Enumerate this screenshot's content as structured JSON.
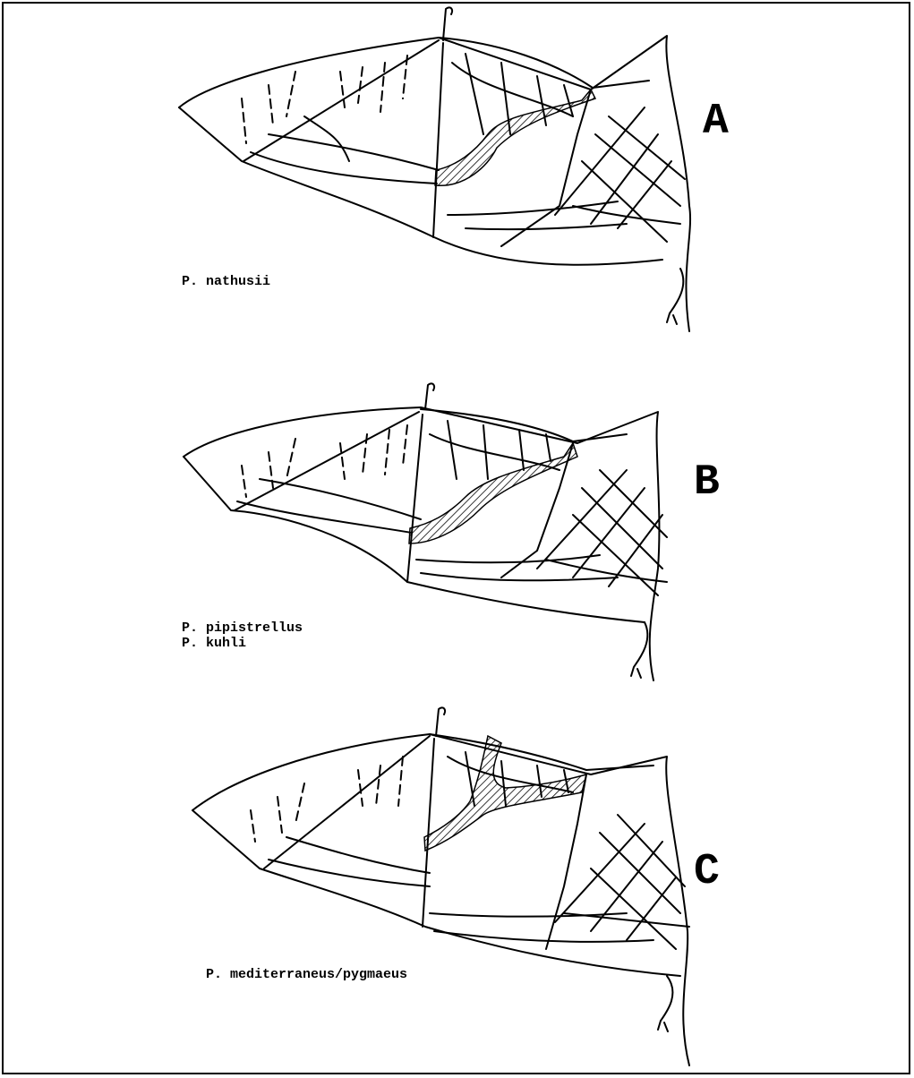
{
  "panels": [
    {
      "letter": "A",
      "species": [
        "P. nathusii"
      ]
    },
    {
      "letter": "B",
      "species": [
        "P. pipistrellus",
        "P. kuhli"
      ]
    },
    {
      "letter": "C",
      "species": [
        "P. mediterraneus/pygmaeus"
      ]
    }
  ],
  "colors": {
    "ink": "#000000",
    "paper": "#ffffff"
  }
}
